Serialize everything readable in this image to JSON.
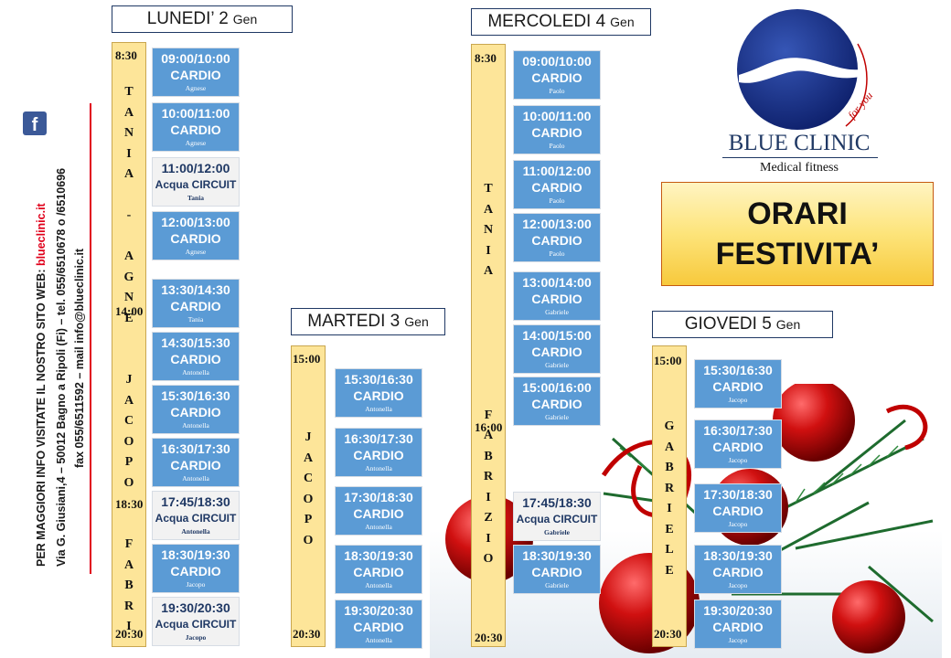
{
  "side_text": {
    "line1_prefix": "PER MAGGIORI INFO VISITATE IL NOSTRO SITO WEB: ",
    "line1_link": "blueclinic.it",
    "line2": "Via G. Giusiani,4 – 50012 Bagno a Ripoli (Fi) – tel. 055/6510678 o /6510696",
    "line3": "fax 055/6511592 – mail info@blueclinic.it"
  },
  "logo": {
    "name": "BLUE CLINIC",
    "subtitle": "Medical fitness",
    "script": "for you"
  },
  "title": {
    "line1": "ORARI",
    "line2": "FESTIVITA’"
  },
  "colors": {
    "card_blue": "#5b9bd5",
    "bar_yellow": "#fde599",
    "navy": "#1f3864",
    "accent_red": "#e0001b"
  },
  "days": [
    {
      "header": "LUNEDI’ 2",
      "header_small": "Gen",
      "times": [
        "8:30",
        "14:00",
        "18:30",
        "20:30"
      ],
      "staff": [
        "T",
        "A",
        "N",
        "I",
        "A",
        "",
        "-",
        "",
        "A",
        "G",
        "N",
        "E",
        "",
        "",
        "J",
        "A",
        "C",
        "O",
        "P",
        "O",
        "",
        "",
        "F",
        "A",
        "B",
        "R",
        "I"
      ],
      "classes": [
        {
          "time": "09:00/10:00",
          "name": "CARDIO",
          "instructor": "Agnese",
          "kind": "cardio"
        },
        {
          "time": "10:00/11:00",
          "name": "CARDIO",
          "instructor": "Agnese",
          "kind": "cardio"
        },
        {
          "time": "11:00/12:00",
          "name": "Acqua CIRCUIT",
          "instructor": "Tania",
          "kind": "acqua"
        },
        {
          "time": "12:00/13:00",
          "name": "CARDIO",
          "instructor": "Agnese",
          "kind": "cardio"
        },
        {
          "time": "13:30/14:30",
          "name": "CARDIO",
          "instructor": "Tania",
          "kind": "cardio"
        },
        {
          "time": "14:30/15:30",
          "name": "CARDIO",
          "instructor": "Antonella",
          "kind": "cardio"
        },
        {
          "time": "15:30/16:30",
          "name": "CARDIO",
          "instructor": "Antonella",
          "kind": "cardio"
        },
        {
          "time": "16:30/17:30",
          "name": "CARDIO",
          "instructor": "Antonella",
          "kind": "cardio"
        },
        {
          "time": "17:45/18:30",
          "name": "Acqua CIRCUIT",
          "instructor": "Antonella",
          "kind": "acqua"
        },
        {
          "time": "18:30/19:30",
          "name": "CARDIO",
          "instructor": "Jacopo",
          "kind": "cardio"
        },
        {
          "time": "19:30/20:30",
          "name": "Acqua CIRCUIT",
          "instructor": "Jacopo",
          "kind": "acqua"
        }
      ]
    },
    {
      "header": "MARTEDI 3",
      "header_small": "Gen",
      "times": [
        "15:00",
        "20:30"
      ],
      "staff": [
        "J",
        "A",
        "C",
        "O",
        "P",
        "O"
      ],
      "classes": [
        {
          "time": "15:30/16:30",
          "name": "CARDIO",
          "instructor": "Antonella",
          "kind": "cardio"
        },
        {
          "time": "16:30/17:30",
          "name": "CARDIO",
          "instructor": "Antonella",
          "kind": "cardio"
        },
        {
          "time": "17:30/18:30",
          "name": "CARDIO",
          "instructor": "Antonella",
          "kind": "cardio"
        },
        {
          "time": "18:30/19:30",
          "name": "CARDIO",
          "instructor": "Antonella",
          "kind": "cardio"
        },
        {
          "time": "19:30/20:30",
          "name": "CARDIO",
          "instructor": "Antonella",
          "kind": "cardio"
        }
      ]
    },
    {
      "header": "MERCOLEDI 4",
      "header_small": "Gen",
      "times": [
        "8:30",
        "16:00",
        "20:30"
      ],
      "staff": [
        "T",
        "A",
        "N",
        "I",
        "A",
        "",
        "",
        "",
        "",
        "",
        "",
        "F",
        "A",
        "B",
        "R",
        "I",
        "Z",
        "I",
        "O"
      ],
      "classes": [
        {
          "time": "09:00/10:00",
          "name": "CARDIO",
          "instructor": "Paolo",
          "kind": "cardio"
        },
        {
          "time": "10:00/11:00",
          "name": "CARDIO",
          "instructor": "Paolo",
          "kind": "cardio"
        },
        {
          "time": "11:00/12:00",
          "name": "CARDIO",
          "instructor": "Paolo",
          "kind": "cardio"
        },
        {
          "time": "12:00/13:00",
          "name": "CARDIO",
          "instructor": "Paolo",
          "kind": "cardio"
        },
        {
          "time": "13:00/14:00",
          "name": "CARDIO",
          "instructor": "Gabriele",
          "kind": "cardio"
        },
        {
          "time": "14:00/15:00",
          "name": "CARDIO",
          "instructor": "Gabriele",
          "kind": "cardio"
        },
        {
          "time": "15:00/16:00",
          "name": "CARDIO",
          "instructor": "Gabriele",
          "kind": "cardio"
        },
        {
          "time": "17:45/18:30",
          "name": "Acqua CIRCUIT",
          "instructor": "Gabriele",
          "kind": "acqua"
        },
        {
          "time": "18:30/19:30",
          "name": "CARDIO",
          "instructor": "Gabriele",
          "kind": "cardio"
        }
      ]
    },
    {
      "header": "GIOVEDI 5",
      "header_small": "Gen",
      "times": [
        "15:00",
        "20:30"
      ],
      "staff": [
        "G",
        "A",
        "B",
        "R",
        "I",
        "E",
        "L",
        "E"
      ],
      "classes": [
        {
          "time": "15:30/16:30",
          "name": "CARDIO",
          "instructor": "Jacopo",
          "kind": "cardio"
        },
        {
          "time": "16:30/17:30",
          "name": "CARDIO",
          "instructor": "Jacopo",
          "kind": "cardio"
        },
        {
          "time": "17:30/18:30",
          "name": "CARDIO",
          "instructor": "Jacopo",
          "kind": "cardio"
        },
        {
          "time": "18:30/19:30",
          "name": "CARDIO",
          "instructor": "Jacopo",
          "kind": "cardio"
        },
        {
          "time": "19:30/20:30",
          "name": "CARDIO",
          "instructor": "Jacopo",
          "kind": "cardio"
        }
      ]
    }
  ]
}
